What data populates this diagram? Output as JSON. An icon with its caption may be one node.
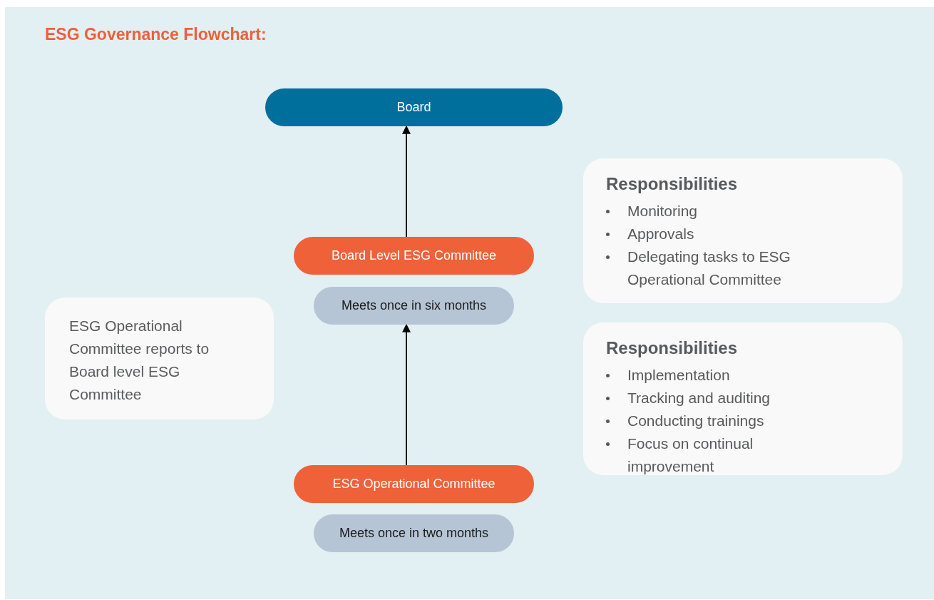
{
  "diagram": {
    "title": "ESG Governance Flowchart:",
    "nodes": [
      {
        "text": [
          "Board"
        ]
      },
      {
        "text": [
          "Board Level ESG Committee"
        ]
      },
      {
        "text": [
          "Meets once in six months"
        ]
      },
      {
        "text": [
          "ESG Operational Committee"
        ]
      },
      {
        "text": [
          "Meets once in two months"
        ]
      },
      {
        "text": [
          "ESG Operational Committee reports to Board level ESG Committee"
        ]
      },
      {
        "text": [
          "Responsibilities",
          "Monitoring",
          "Approvals",
          "Delegating tasks to ESG Operational Committee"
        ]
      },
      {
        "text": [
          "Responsibilities",
          "Implementation",
          "Tracking and auditing",
          "Conducting trainings",
          "Focus on continual improvement"
        ]
      }
    ],
    "edges": [
      {
        "from": 1,
        "to": 0,
        "arrow": "to"
      },
      {
        "from": 3,
        "to": 2,
        "arrow": "to"
      }
    ]
  }
}
